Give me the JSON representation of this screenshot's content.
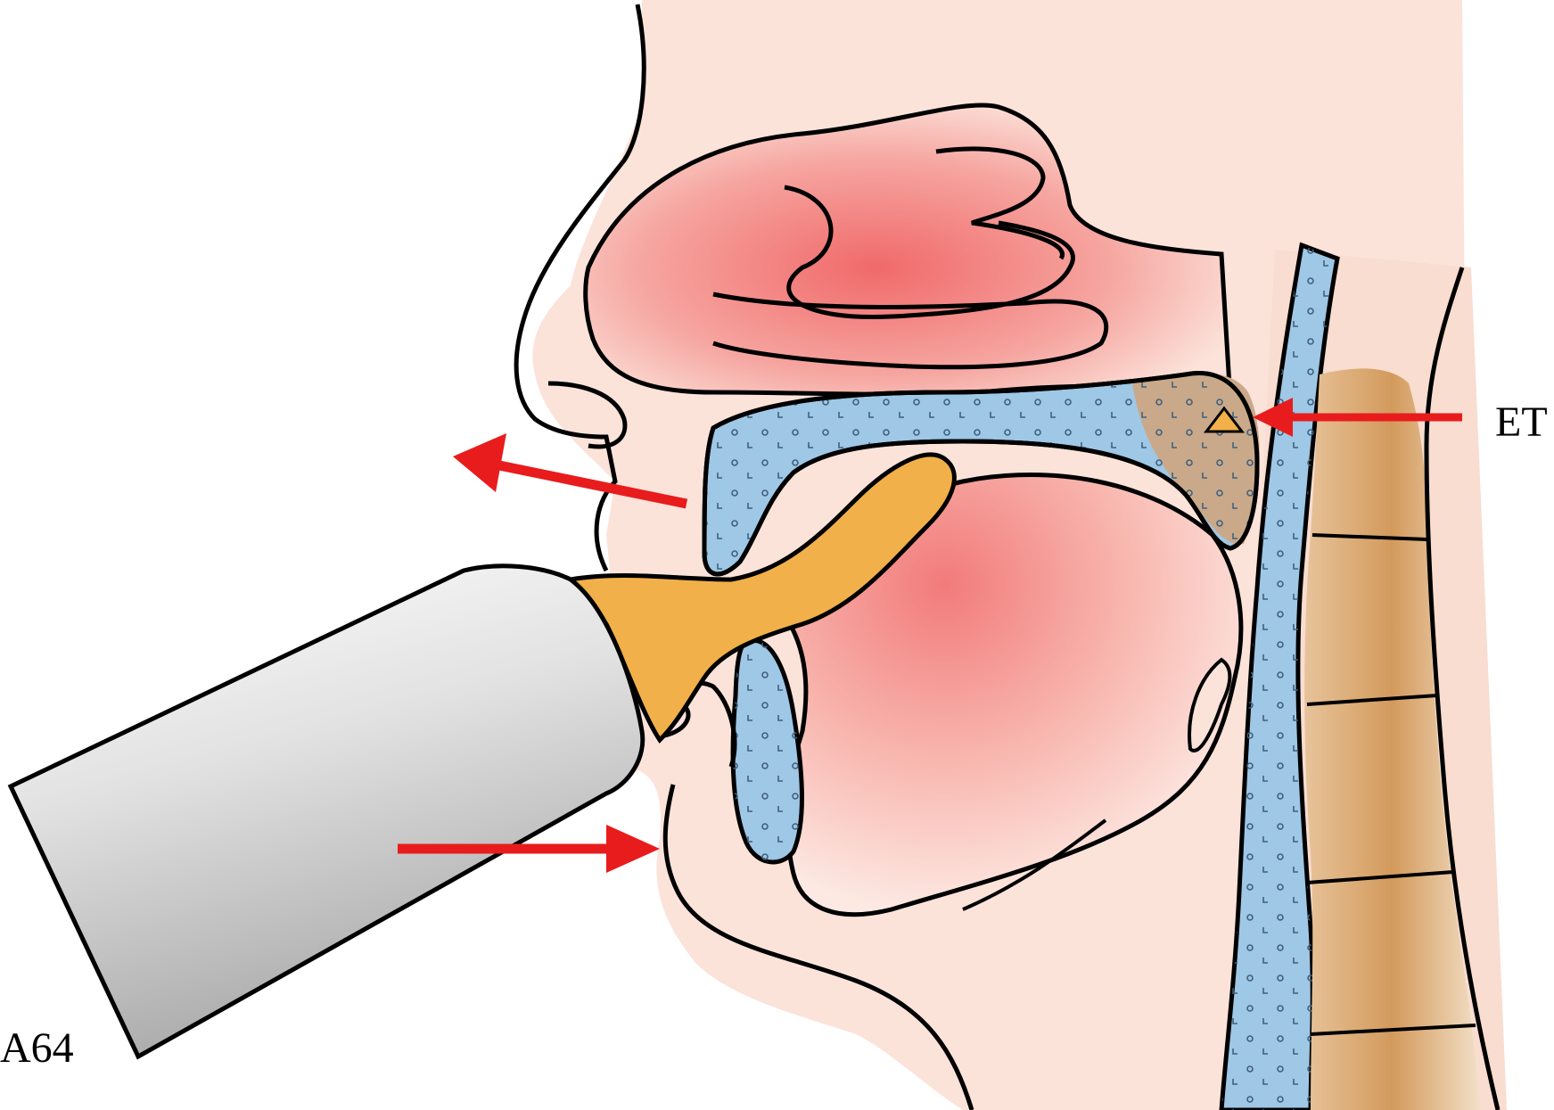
{
  "labels": {
    "et": "ET",
    "figure_id": "A64"
  },
  "arrows": [
    {
      "name": "et-arrow",
      "points_to": "eustachian-tube-opening"
    },
    {
      "name": "outflow-arrow",
      "direction": "out-of-mouth"
    },
    {
      "name": "chin-arrow",
      "points_to": "chin"
    }
  ],
  "colors": {
    "arrow": "#e81c1c",
    "skin": "#fbe3da",
    "cavity_pink": "#f28b8b",
    "cartilage_blue": "#9fc7e6",
    "bone_tan": "#c9a98a",
    "vertebra": "#d9a060",
    "bottle_orange": "#f2b04a",
    "bottle_grey": "#cfcfcf",
    "outline": "#000000"
  }
}
